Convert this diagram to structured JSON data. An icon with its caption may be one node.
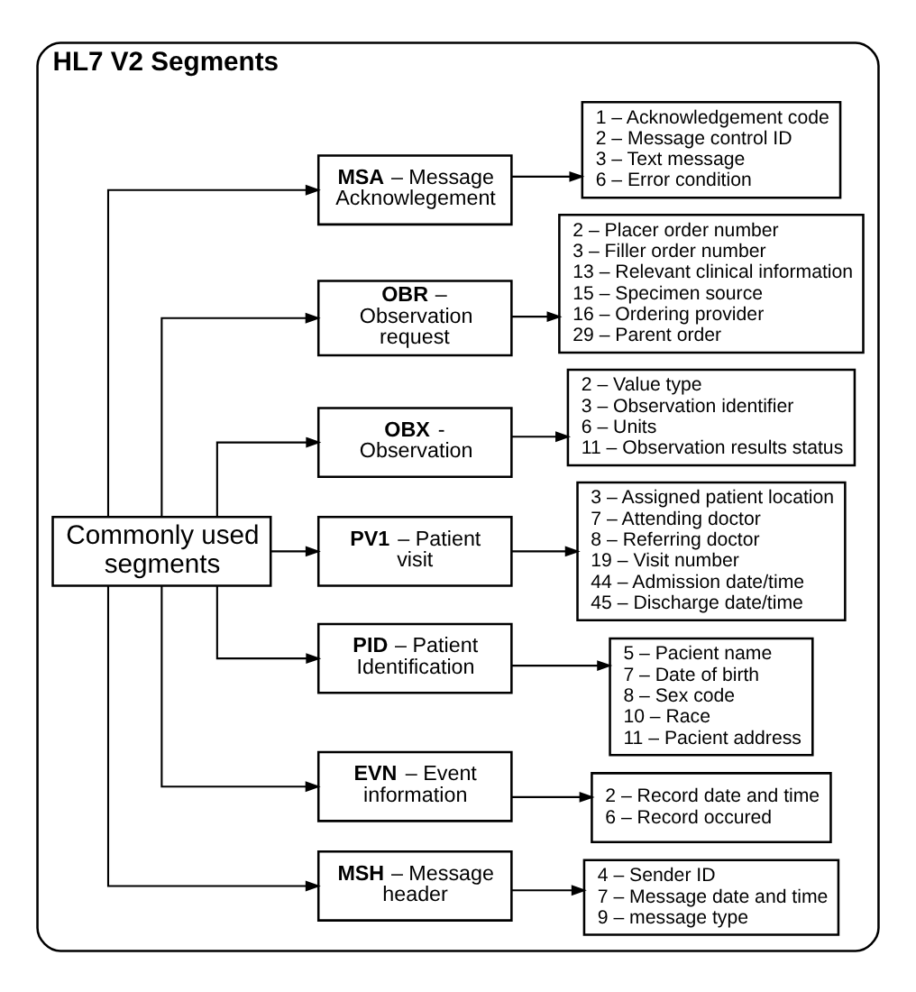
{
  "diagram": {
    "nodes": [
      {
        "text": [
          "HL7 V2 Segments"
        ]
      },
      {
        "text": [
          "Commonly used segments"
        ],
        "in": 0
      },
      {
        "text": [
          "**MSH** – Message header"
        ],
        "in": 0
      },
      {
        "text": [
          "4 – Sender ID",
          "7 – Message date and time",
          "9 – message type"
        ],
        "in": 0
      },
      {
        "text": [
          "**EVN** – Event information"
        ],
        "in": 0
      },
      {
        "text": [
          "2 – Record date and time",
          "6 – Record occured"
        ],
        "in": 0
      },
      {
        "text": [
          "**PID** – Patient Identification"
        ],
        "in": 0
      },
      {
        "text": [
          "5 – Pacient name",
          "7 – Date of birth",
          "8 – Sex code",
          "10 – Race",
          "11 – Pacient address"
        ],
        "in": 0
      },
      {
        "text": [
          "**PV1** – Patient visit"
        ],
        "in": 0
      },
      {
        "text": [
          "3 – Assigned patient location",
          "7 – Attending doctor",
          "8 – Referring doctor",
          "19 – Visit number",
          "44 – Admission date/time",
          "45 – Discharge date/time"
        ],
        "in": 0
      },
      {
        "text": [
          "**OBX** - Observation"
        ],
        "in": 0
      },
      {
        "text": [
          "2 – Value type",
          "3 – Observation identifier",
          "6 – Units",
          "11 – Observation results status"
        ],
        "in": 0
      },
      {
        "text": [
          "**OBR** – Observation request"
        ],
        "in": 0
      },
      {
        "text": [
          "2 – Placer order number",
          "3 – Filler order number",
          "13 – Relevant clinical information",
          "15 – Specimen source",
          "16 – Ordering provider",
          "29 – Parent order"
        ],
        "in": 0
      },
      {
        "text": [
          "**MSA** – Message Acknowlegement"
        ],
        "in": 0
      },
      {
        "text": [
          "1 – Acknowledgement code",
          "2 – Message control ID",
          "3 – Text message",
          "6 – Error condition"
        ],
        "in": 0
      }
    ],
    "edges": [
      {
        "from": 1,
        "to": 2,
        "arrow": "to"
      },
      {
        "from": 1,
        "to": 4,
        "arrow": "to"
      },
      {
        "from": 1,
        "to": 6,
        "arrow": "to"
      },
      {
        "from": 1,
        "to": 8,
        "arrow": "to"
      },
      {
        "from": 1,
        "to": 10,
        "arrow": "to"
      },
      {
        "from": 1,
        "to": 12,
        "arrow": "to"
      },
      {
        "from": 1,
        "to": 14,
        "arrow": "to"
      },
      {
        "from": 2,
        "to": 3,
        "arrow": "to"
      },
      {
        "from": 4,
        "to": 5,
        "arrow": "to"
      },
      {
        "from": 6,
        "to": 7,
        "arrow": "to"
      },
      {
        "from": 8,
        "to": 9,
        "arrow": "to"
      },
      {
        "from": 10,
        "to": 11,
        "arrow": "to"
      },
      {
        "from": 12,
        "to": 13,
        "arrow": "to"
      },
      {
        "from": 14,
        "to": 15,
        "arrow": "to"
      }
    ]
  }
}
